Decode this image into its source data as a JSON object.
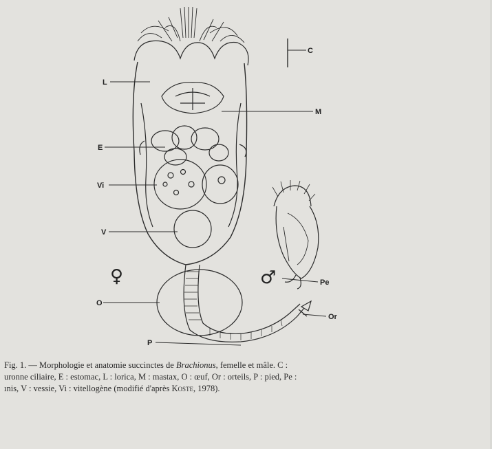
{
  "labels": {
    "C": "C",
    "L": "L",
    "M": "M",
    "E": "E",
    "Vi": "Vi",
    "V": "V",
    "O": "O",
    "P": "P",
    "Pe": "Pe",
    "Or": "Or",
    "female": "♀",
    "male": "♂"
  },
  "caption": {
    "line1_a": "Fig. 1. — Morphologie et anatomie succinctes de ",
    "line1_genus": "Brachionus",
    "line1_b": ", femelle et mâle. C :",
    "line2": "uronne ciliaire, E : estomac, L : lorica, M : mastax, O : œuf, Or : orteils, P : pied, Pe :",
    "line3_a": "ınis, V : vessie, Vi : vitellogène (modifié d'après ",
    "line3_author": "Koste",
    "line3_b": ", 1978)."
  }
}
